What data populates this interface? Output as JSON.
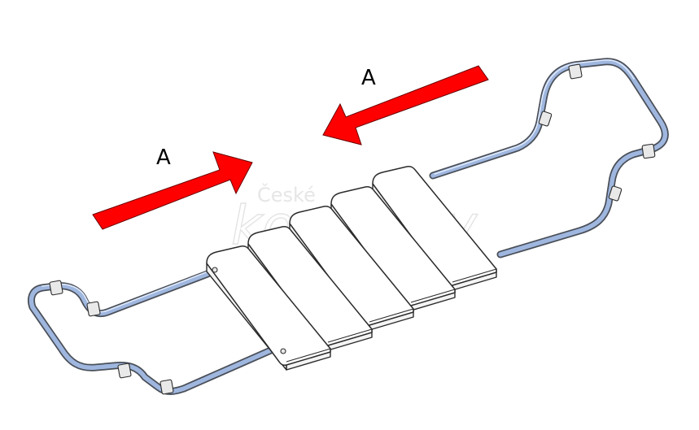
{
  "labels": {
    "arrow_left": "A",
    "arrow_right": "A"
  },
  "watermark": {
    "line1": "České",
    "line2": "koupelny"
  },
  "colors": {
    "arrow": "#ff0000",
    "tube": "#9fb7df",
    "outline": "#2b2b2b"
  }
}
